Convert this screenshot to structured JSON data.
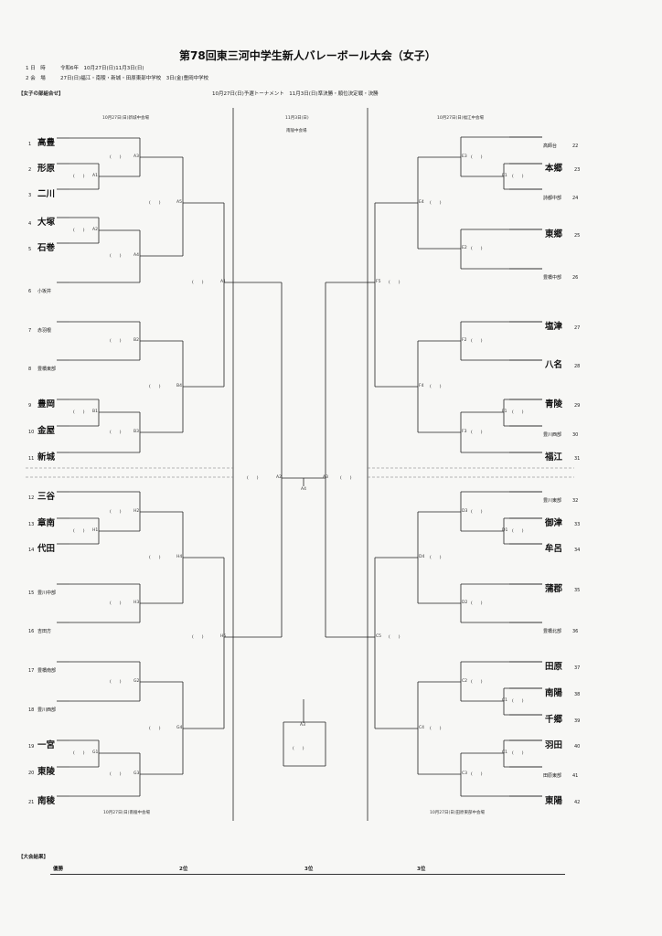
{
  "header": {
    "title": "第78回東三河中学生新人バレーボール大会（女子）",
    "date_label": "1 日　時",
    "date_value": "令和6年　10月27日(日)11月3日(日)",
    "venue_label": "2 会　場",
    "venue_value": "27日(日)福江・南稜・新城・田原東部中学校　3日(金)豊岡中学校",
    "section": "【女子の部組合せ】",
    "schedule_note": "10月27日(日)予選トーナメント　11月3日(日)準決勝・順位決定戦・決勝"
  },
  "venues": {
    "top_left": "10月27日(日)新城中会場",
    "top_center": "11月3日(日)",
    "top_center_sub": "南陵中会場",
    "top_right": "10月27日(日)福江中会場",
    "bottom_left": "10月27日(日)南稜中会場",
    "bottom_right": "10月27日(日)田原東部中会場"
  },
  "left_teams": [
    {
      "num": "1",
      "name": "高豊"
    },
    {
      "num": "2",
      "name": "形原"
    },
    {
      "num": "3",
      "name": "二川"
    },
    {
      "num": "4",
      "name": "大塚"
    },
    {
      "num": "5",
      "name": "石巻"
    },
    {
      "num": "6",
      "name": "小坂井"
    },
    {
      "num": "7",
      "name": "赤羽根"
    },
    {
      "num": "8",
      "name": "豊橋東部"
    },
    {
      "num": "9",
      "name": "豊岡"
    },
    {
      "num": "10",
      "name": "金屋"
    },
    {
      "num": "11",
      "name": "新城"
    },
    {
      "num": "12",
      "name": "三谷"
    },
    {
      "num": "13",
      "name": "章南"
    },
    {
      "num": "14",
      "name": "代田"
    },
    {
      "num": "15",
      "name": "豊川中部"
    },
    {
      "num": "16",
      "name": "吉田方"
    },
    {
      "num": "17",
      "name": "豊橋南部"
    },
    {
      "num": "18",
      "name": "豊川西部"
    },
    {
      "num": "19",
      "name": "一宮"
    },
    {
      "num": "20",
      "name": "東陵"
    },
    {
      "num": "21",
      "name": "南稜"
    }
  ],
  "right_teams": [
    {
      "num": "22",
      "name": "高師台"
    },
    {
      "num": "23",
      "name": "本郷"
    },
    {
      "num": "24",
      "name": "詩都中部"
    },
    {
      "num": "25",
      "name": "東郷"
    },
    {
      "num": "26",
      "name": "豊橋中部"
    },
    {
      "num": "27",
      "name": "塩津"
    },
    {
      "num": "28",
      "name": "八名"
    },
    {
      "num": "29",
      "name": "青陵"
    },
    {
      "num": "30",
      "name": "豊川西部"
    },
    {
      "num": "31",
      "name": "福江"
    },
    {
      "num": "32",
      "name": "豊川東部"
    },
    {
      "num": "33",
      "name": "御津"
    },
    {
      "num": "34",
      "name": "牟呂"
    },
    {
      "num": "35",
      "name": "蒲郡"
    },
    {
      "num": "36",
      "name": "豊橋北部"
    },
    {
      "num": "37",
      "name": "田原"
    },
    {
      "num": "38",
      "name": "南陽"
    },
    {
      "num": "39",
      "name": "千郷"
    },
    {
      "num": "40",
      "name": "羽田"
    },
    {
      "num": "41",
      "name": "田原東部"
    },
    {
      "num": "42",
      "name": "東陽"
    }
  ],
  "match_labels": {
    "A1": "A1",
    "A2": "A2",
    "A3": "A3",
    "A4": "A4",
    "A5": "A5",
    "B1": "B1",
    "B2": "B2",
    "B3": "B3",
    "B4": "B4",
    "H1": "H1",
    "H2": "H2",
    "H3": "H3",
    "H4": "H4",
    "H5": "H5",
    "G1": "G1",
    "G2": "G2",
    "G3": "G3",
    "G4": "G4",
    "E1": "E1",
    "E2": "E2",
    "E3": "E3",
    "E4": "E4",
    "F1": "F1",
    "F2": "F2",
    "F3": "F3",
    "F4": "F4",
    "F5": "F5",
    "D1": "D1",
    "D2": "D2",
    "D3": "D3",
    "D4": "D4",
    "C1": "C1",
    "C2": "C2",
    "C3": "C3",
    "C4": "C4",
    "C5": "C5",
    "Z1": "A1",
    "Z2": "A2",
    "Z3": "A3",
    "Z4": "A4"
  },
  "score_paren": "(　　)",
  "results": {
    "heading": "【大会結果】",
    "winner": "優勝",
    "second": "2位",
    "third_a": "3位",
    "third_b": "3位"
  }
}
